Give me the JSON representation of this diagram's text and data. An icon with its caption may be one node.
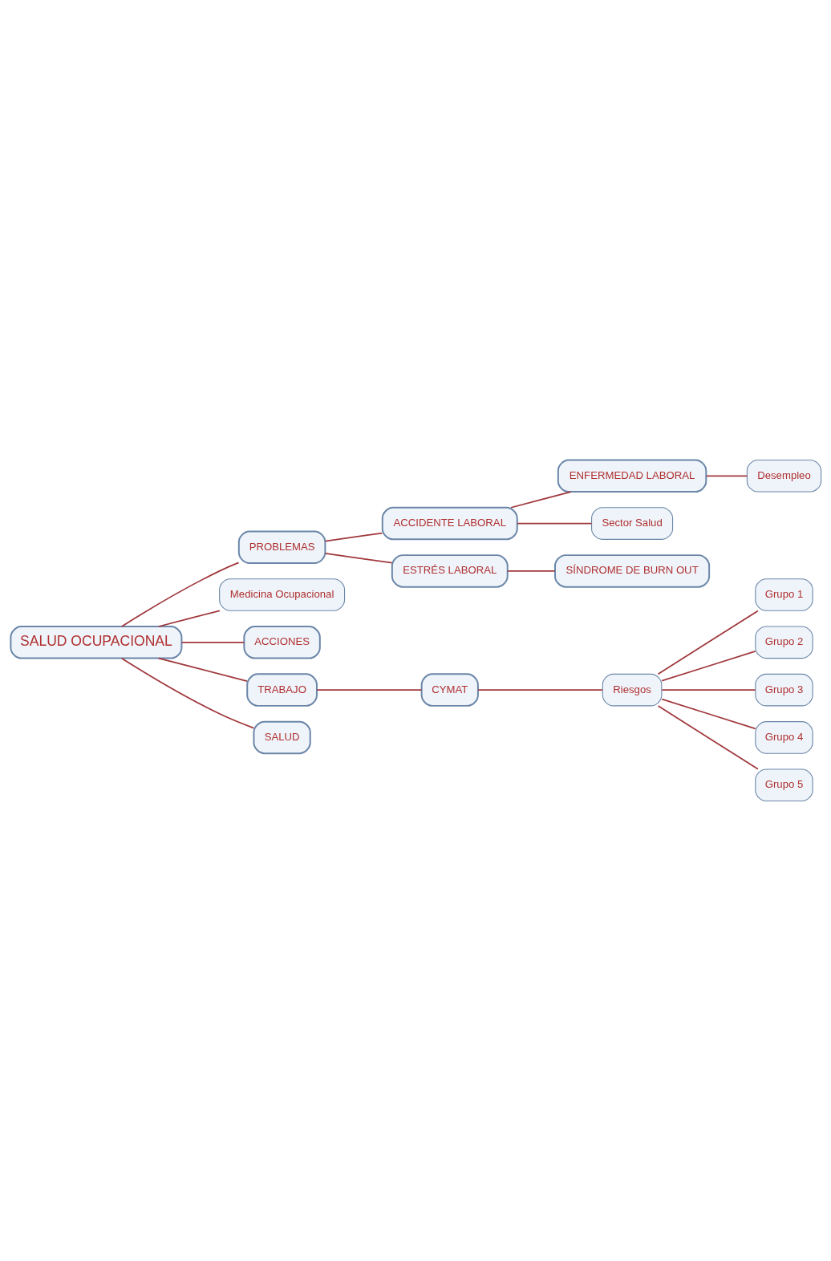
{
  "diagram": {
    "nodes": [
      {
        "text": [
          "SALUD OCUPACIONAL"
        ]
      },
      {
        "text": [
          "PROBLEMAS"
        ]
      },
      {
        "text": [
          "Medicina Ocupacional"
        ]
      },
      {
        "text": [
          "ACCIONES"
        ]
      },
      {
        "text": [
          "TRABAJO"
        ]
      },
      {
        "text": [
          "SALUD"
        ]
      },
      {
        "text": [
          "CYMAT"
        ]
      },
      {
        "text": [
          "ACCIDENTE LABORAL"
        ]
      },
      {
        "text": [
          "ENFERMEDAD LABORAL"
        ]
      },
      {
        "text": [
          "ESTRÉS LABORAL"
        ]
      },
      {
        "text": [
          "SÍNDROME DE BURN OUT"
        ]
      },
      {
        "text": [
          "Sector Salud"
        ]
      },
      {
        "text": [
          "Riesgos"
        ]
      },
      {
        "text": [
          "Grupo 1"
        ]
      },
      {
        "text": [
          "Grupo 2"
        ]
      },
      {
        "text": [
          "Grupo 3"
        ]
      },
      {
        "text": [
          "Grupo 4"
        ]
      },
      {
        "text": [
          "Grupo 5"
        ]
      },
      {
        "text": [
          "Desempleo"
        ]
      }
    ],
    "edges": [
      {
        "from": 0,
        "to": 1,
        "arrow": "none"
      },
      {
        "from": 0,
        "to": 2,
        "arrow": "none"
      },
      {
        "from": 0,
        "to": 3,
        "arrow": "none"
      },
      {
        "from": 0,
        "to": 4,
        "arrow": "none"
      },
      {
        "from": 0,
        "to": 5,
        "arrow": "none"
      },
      {
        "from": 4,
        "to": 6,
        "arrow": "none"
      },
      {
        "from": 1,
        "to": 7,
        "arrow": "none"
      },
      {
        "from": 1,
        "to": 9,
        "arrow": "none"
      },
      {
        "from": 7,
        "to": 8,
        "arrow": "none"
      },
      {
        "from": 7,
        "to": 11,
        "arrow": "none"
      },
      {
        "from": 9,
        "to": 10,
        "arrow": "none"
      },
      {
        "from": 6,
        "to": 12,
        "arrow": "none"
      },
      {
        "from": 12,
        "to": 13,
        "arrow": "none"
      },
      {
        "from": 12,
        "to": 14,
        "arrow": "none"
      },
      {
        "from": 12,
        "to": 15,
        "arrow": "none"
      },
      {
        "from": 12,
        "to": 16,
        "arrow": "none"
      },
      {
        "from": 12,
        "to": 17,
        "arrow": "none"
      },
      {
        "from": 8,
        "to": 18,
        "arrow": "none"
      }
    ]
  }
}
